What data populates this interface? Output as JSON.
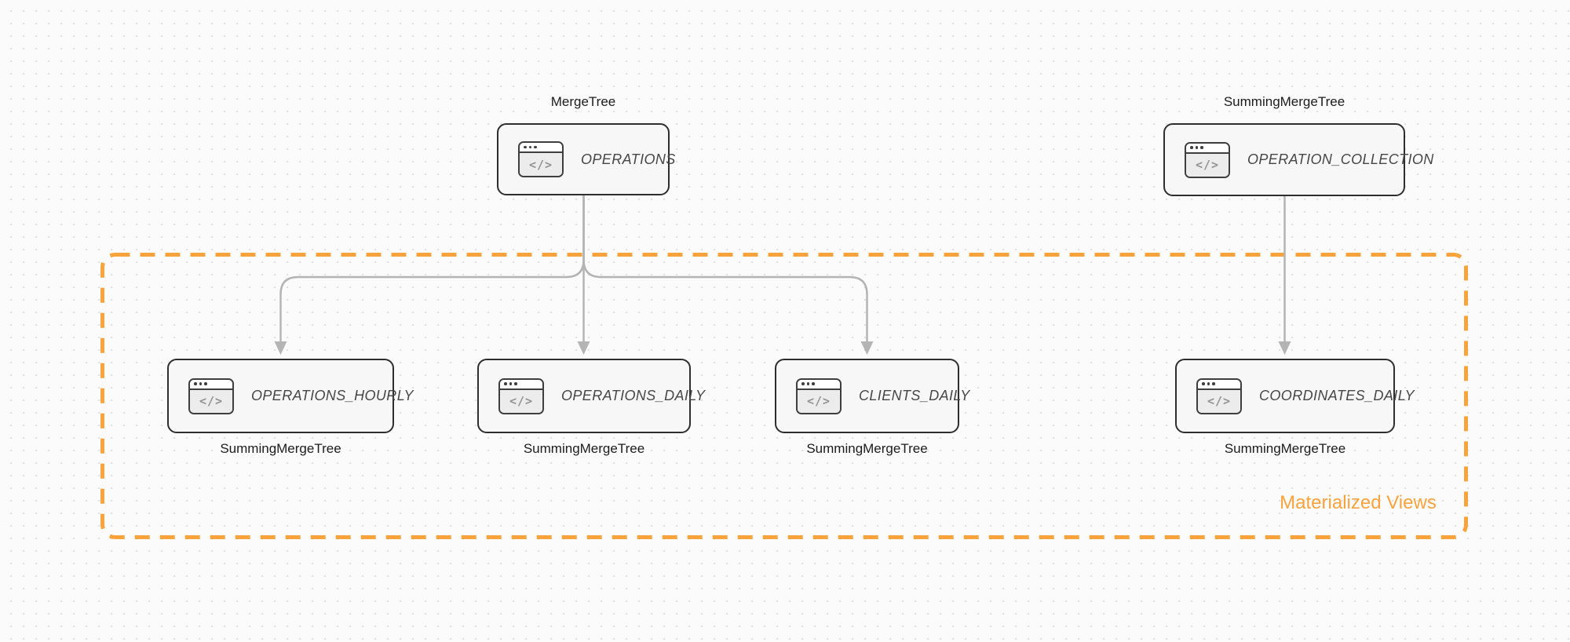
{
  "diagram": {
    "colors": {
      "background": "#fbfbfb",
      "dot_grid": "#e2e2e2",
      "accent_orange": "#f8a33c",
      "arrow_gray": "#b4b4b4",
      "node_border": "#2e2e2e",
      "node_fill": "#f7f7f7",
      "node_text": "#474747"
    },
    "icon": {
      "name": "code-window-icon",
      "glyph": "</>"
    },
    "group": {
      "label": "Materialized Views"
    },
    "nodes": [
      {
        "id": "operations",
        "label": "OPERATIONS",
        "engine": "MergeTree",
        "engine_position": "top"
      },
      {
        "id": "operation_collection",
        "label": "OPERATION_COLLECTION",
        "engine": "SummingMergeTree",
        "engine_position": "top"
      },
      {
        "id": "operations_hourly",
        "label": "OPERATIONS_HOURLY",
        "engine": "SummingMergeTree",
        "engine_position": "bottom"
      },
      {
        "id": "operations_daily",
        "label": "OPERATIONS_DAILY",
        "engine": "SummingMergeTree",
        "engine_position": "bottom"
      },
      {
        "id": "clients_daily",
        "label": "CLIENTS_DAILY",
        "engine": "SummingMergeTree",
        "engine_position": "bottom"
      },
      {
        "id": "coordinates_daily",
        "label": "COORDINATES_DAILY",
        "engine": "SummingMergeTree",
        "engine_position": "bottom"
      }
    ],
    "edges": [
      {
        "from": "OPERATIONS",
        "to": "OPERATIONS_HOURLY"
      },
      {
        "from": "OPERATIONS",
        "to": "OPERATIONS_DAILY"
      },
      {
        "from": "OPERATIONS",
        "to": "CLIENTS_DAILY"
      },
      {
        "from": "OPERATION_COLLECTION",
        "to": "COORDINATES_DAILY"
      }
    ]
  }
}
